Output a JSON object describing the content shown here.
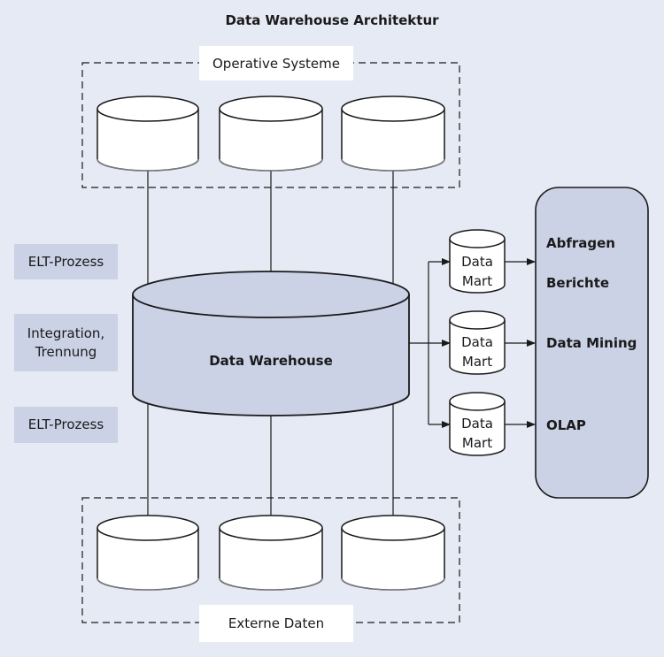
{
  "title": "Data Warehouse Architektur",
  "operative_label": "Operative Systeme",
  "externe_label": "Externe Daten",
  "side_labels": {
    "elt_top": "ELT-Prozess",
    "integration_line1": "Integration,",
    "integration_line2": "Trennung",
    "elt_bottom": "ELT-Prozess"
  },
  "warehouse_label": "Data Warehouse",
  "data_marts": [
    {
      "line1": "Data",
      "line2": "Mart"
    },
    {
      "line1": "Data",
      "line2": "Mart"
    },
    {
      "line1": "Data",
      "line2": "Mart"
    }
  ],
  "outputs": {
    "abfragen": "Abfragen",
    "berichte": "Berichte",
    "data_mining": "Data Mining",
    "olap": "OLAP"
  },
  "colors": {
    "background": "#e6eaf4",
    "warehouse_fill": "#cbd2e6",
    "side_box_fill": "#cbd2e6",
    "database_fill": "#ffffff",
    "stroke": "#1a1a1a"
  }
}
